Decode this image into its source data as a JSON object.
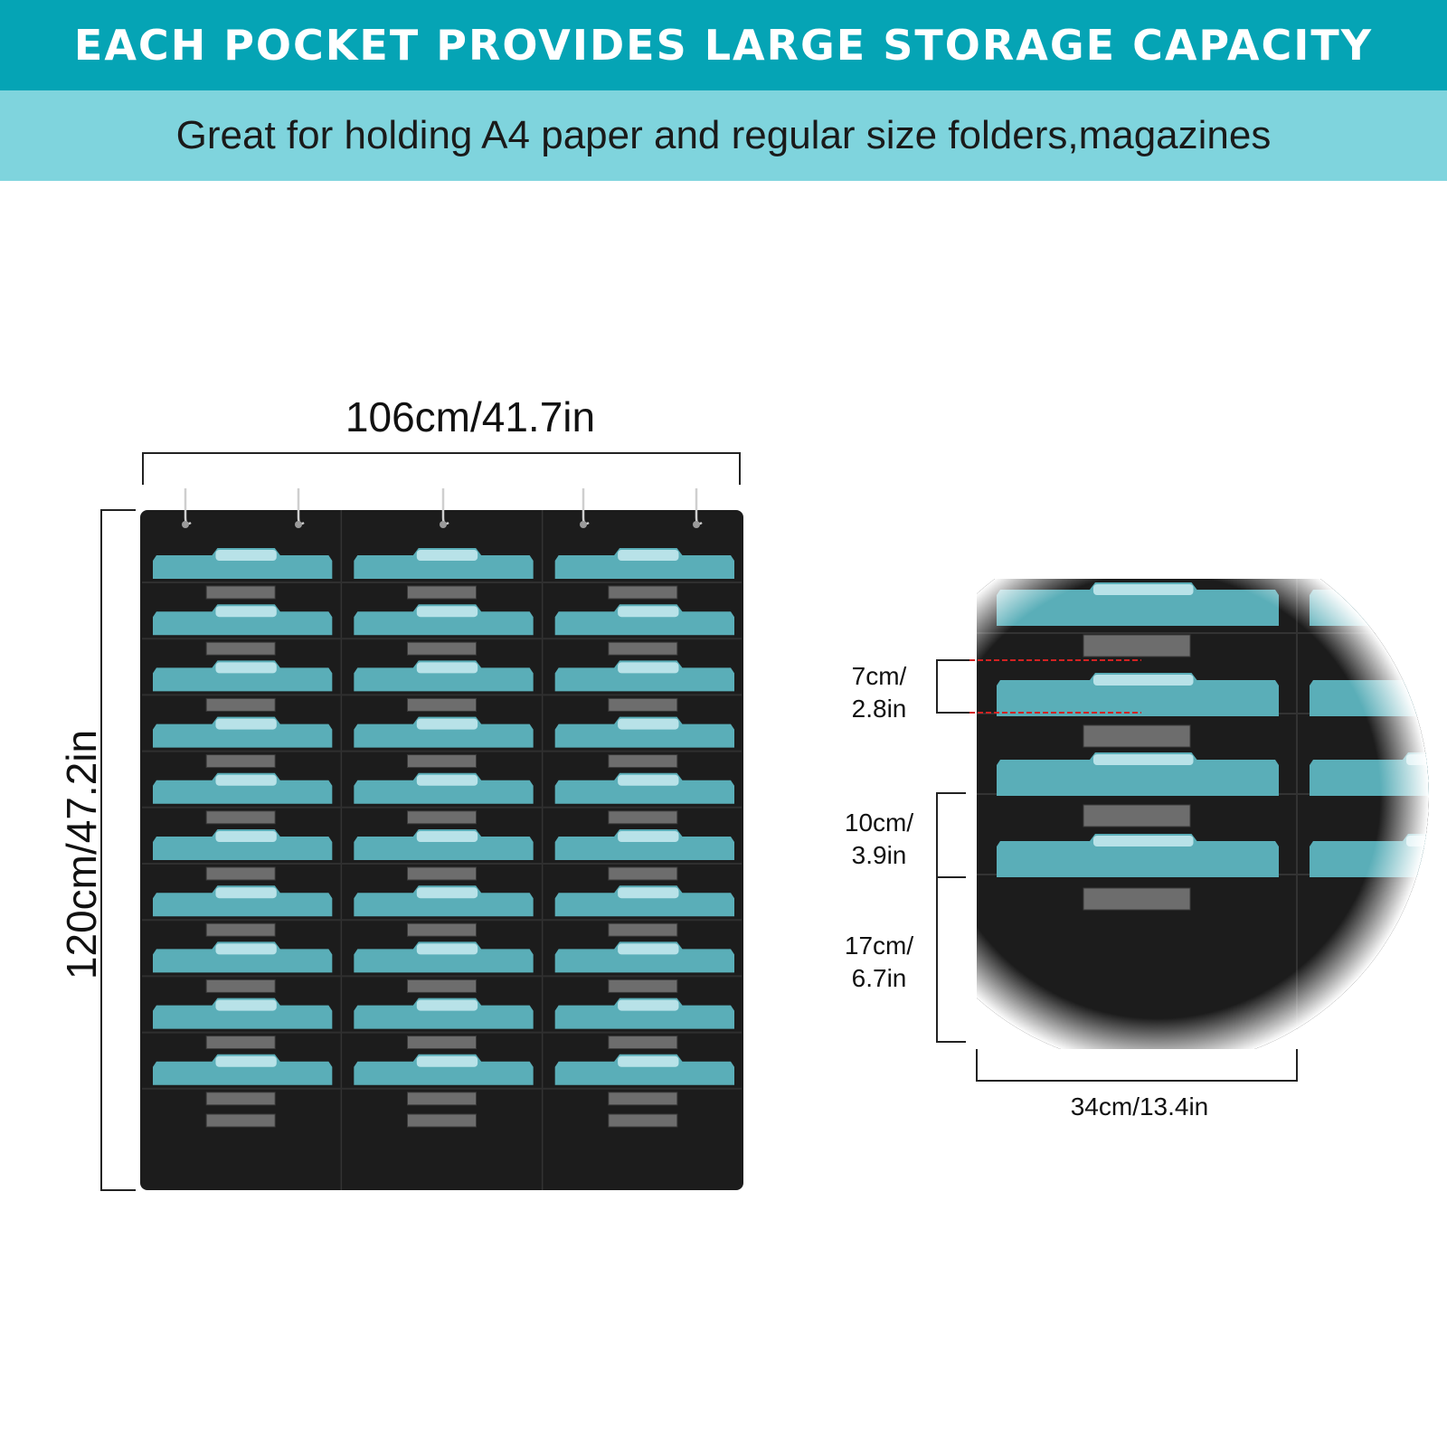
{
  "header": {
    "title": "EACH POCKET PROVIDES LARGE STORAGE CAPACITY",
    "subtitle": "Great for holding A4 paper and regular size folders,magazines"
  },
  "organizer": {
    "width_label": "106cm/41.7in",
    "height_label": "120cm/47.2in",
    "columns": 3,
    "pocket_rows": 10
  },
  "detail": {
    "pocket_gap_label": "7cm/ 2.8in",
    "pocket_depth_label": "10cm/ 3.9in",
    "bottom_pocket_label": "17cm/ 6.7in",
    "pocket_width_label": "34cm/13.4in"
  },
  "colors": {
    "banner": "#05a4b5",
    "banner_light": "#7fd4dd",
    "folder": "#5aaeb8",
    "folder_tab": "#b8e2e8",
    "organizer": "#1c1c1c",
    "guide_line": "#d22222"
  }
}
